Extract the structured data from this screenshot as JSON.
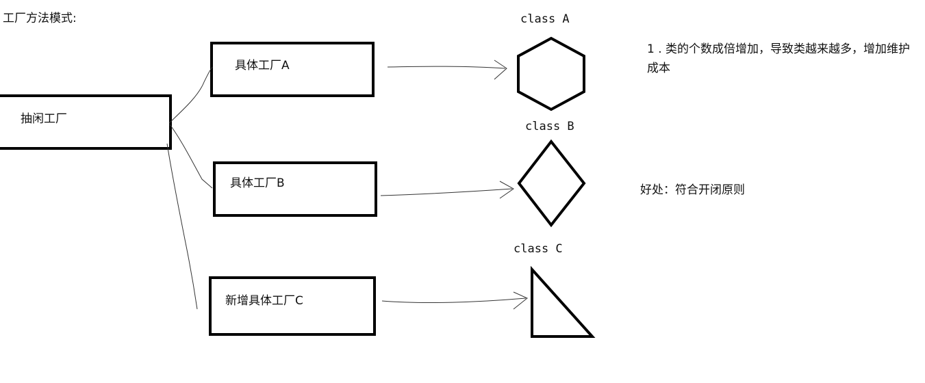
{
  "title": "工厂方法模式:",
  "abstract_factory": "抽闲工厂",
  "factories": [
    {
      "label": "具体工厂A"
    },
    {
      "label": "具体工厂B"
    },
    {
      "label": "新增具体工厂C"
    }
  ],
  "classes": [
    {
      "label": "class A",
      "shape": "hexagon"
    },
    {
      "label": "class B",
      "shape": "diamond"
    },
    {
      "label": "class C",
      "shape": "right-triangle"
    }
  ],
  "notes": {
    "drawback": "1 . 类的个数成倍增加，导致类越来越多，增加维护成本",
    "benefit": "好处：符合开闭原则"
  },
  "colors": {
    "stroke": "#000000",
    "text": "#111111",
    "background": "#ffffff"
  }
}
